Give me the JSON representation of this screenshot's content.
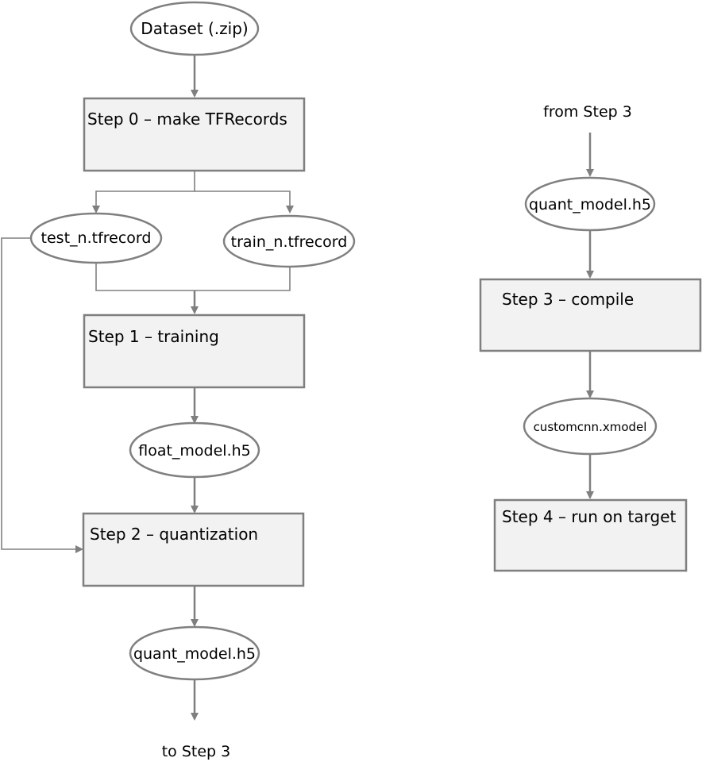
{
  "left_flow": {
    "dataset": "Dataset (.zip)",
    "step0": "Step 0 – make TFRecords",
    "test_file": "test_n.tfrecord",
    "train_file": "train_n.tfrecord",
    "step1": "Step 1 – training",
    "float_model": "float_model.h5",
    "step2": "Step 2 – quantization",
    "quant_model": "quant_model.h5",
    "to_step3": "to Step 3"
  },
  "right_flow": {
    "from_step3": "from Step 3",
    "quant_model": "quant_model.h5",
    "step3": "Step 3 – compile",
    "xmodel": "customcnn.xmodel",
    "step4": "Step 4 – run on target"
  }
}
